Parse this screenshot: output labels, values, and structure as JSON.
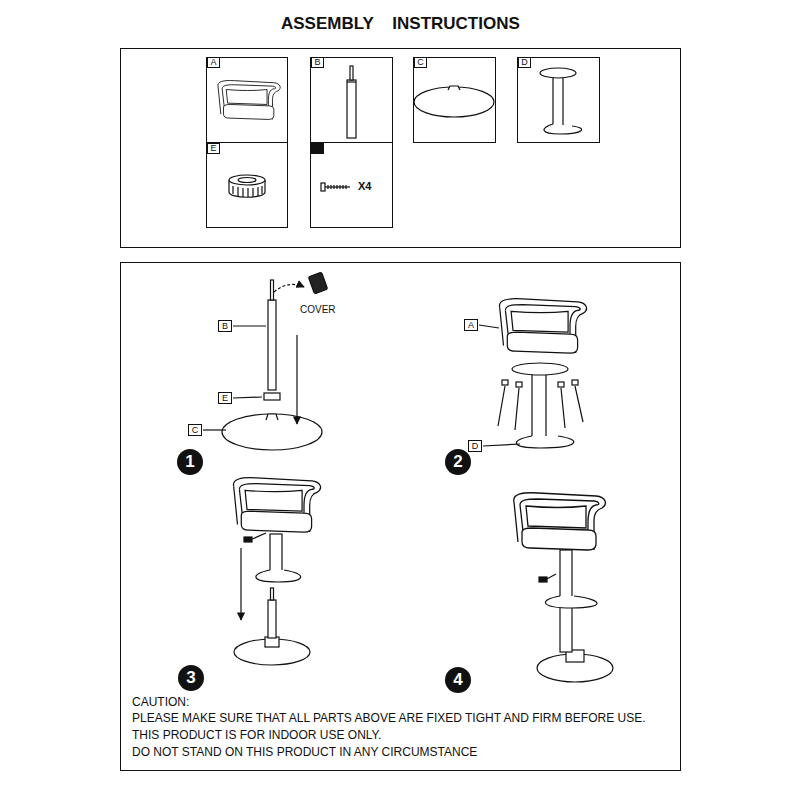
{
  "diagram": {
    "title": "ASSEMBLY INSTRUCTIONS",
    "nodes": [
      {
        "text": [
          "A"
        ]
      },
      {
        "text": [
          "B"
        ]
      },
      {
        "text": [
          "C"
        ]
      },
      {
        "text": [
          "D"
        ]
      },
      {
        "text": [
          "E"
        ]
      },
      {
        "text": [
          "B"
        ]
      },
      {
        "text": [
          "E"
        ]
      },
      {
        "text": [
          "C"
        ]
      },
      {
        "text": [
          "A"
        ]
      },
      {
        "text": [
          "D"
        ]
      },
      {
        "text": [
          "1"
        ]
      },
      {
        "text": [
          "2"
        ]
      },
      {
        "text": [
          "3"
        ]
      },
      {
        "text": [
          "4"
        ]
      }
    ],
    "labels": [
      "X4",
      "COVER",
      "CAUTION:",
      "PLEASE MAKE SURE THAT ALL PARTS ABOVE ARE FIXED TIGHT AND FIRM BEFORE USE.",
      "THIS PRODUCT IS FOR INDOOR USE ONLY.",
      "DO NOT STAND ON THIS PRODUCT IN ANY CIRCUMSTANCE"
    ]
  }
}
